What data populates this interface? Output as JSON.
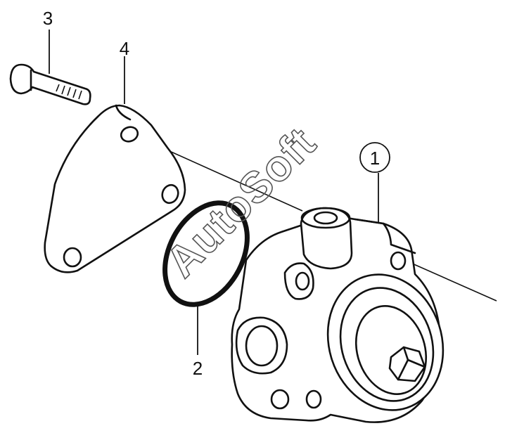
{
  "watermark": "AutoSoft",
  "callouts": [
    {
      "label": "1"
    },
    {
      "label": "2"
    },
    {
      "label": "3"
    },
    {
      "label": "4"
    }
  ]
}
